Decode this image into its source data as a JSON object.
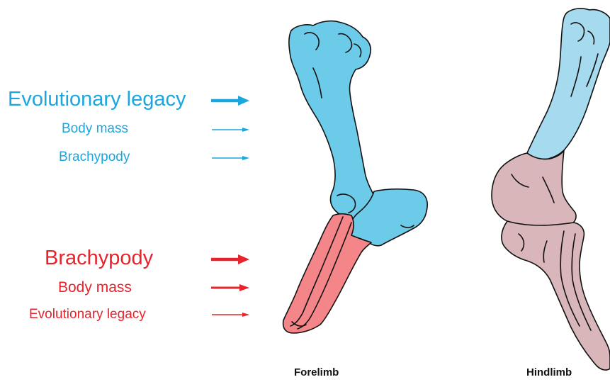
{
  "top_group": {
    "color": "#1aa7df",
    "items": [
      {
        "label": "Evolutionary legacy",
        "weight": "strong"
      },
      {
        "label": "Body mass",
        "weight": "weak"
      },
      {
        "label": "Brachypody",
        "weight": "weak"
      }
    ]
  },
  "bottom_group": {
    "color": "#e8232c",
    "items": [
      {
        "label": "Brachypody",
        "weight": "strong"
      },
      {
        "label": "Body mass",
        "weight": "medium"
      },
      {
        "label": "Evolutionary legacy",
        "weight": "weak"
      }
    ]
  },
  "limbs": {
    "forelimb_caption": "Forelimb",
    "hindlimb_caption": "Hindlimb"
  },
  "colors": {
    "forelimb_upper": "#6ccbe9",
    "forelimb_lower": "#f4868a",
    "hindlimb_upper": "#a6dbef",
    "hindlimb_lower": "#d9b6b9",
    "outline": "#111111"
  }
}
